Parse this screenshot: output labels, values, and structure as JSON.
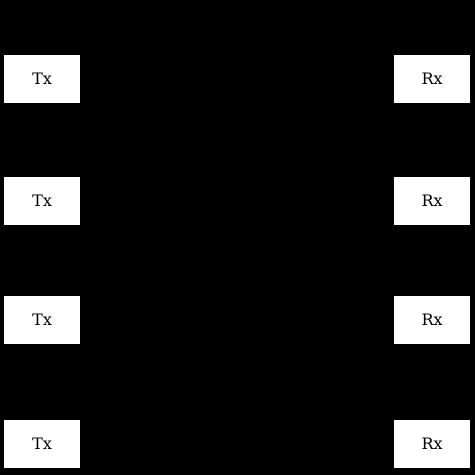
{
  "colors": {
    "background": "#000000",
    "box_fill": "#ffffff",
    "text": "#000000"
  },
  "transmitters": [
    {
      "label": "Tx"
    },
    {
      "label": "Tx"
    },
    {
      "label": "Tx"
    },
    {
      "label": "Tx"
    }
  ],
  "receivers": [
    {
      "label": "Rx"
    },
    {
      "label": "Rx"
    },
    {
      "label": "Rx"
    },
    {
      "label": "Rx"
    }
  ]
}
